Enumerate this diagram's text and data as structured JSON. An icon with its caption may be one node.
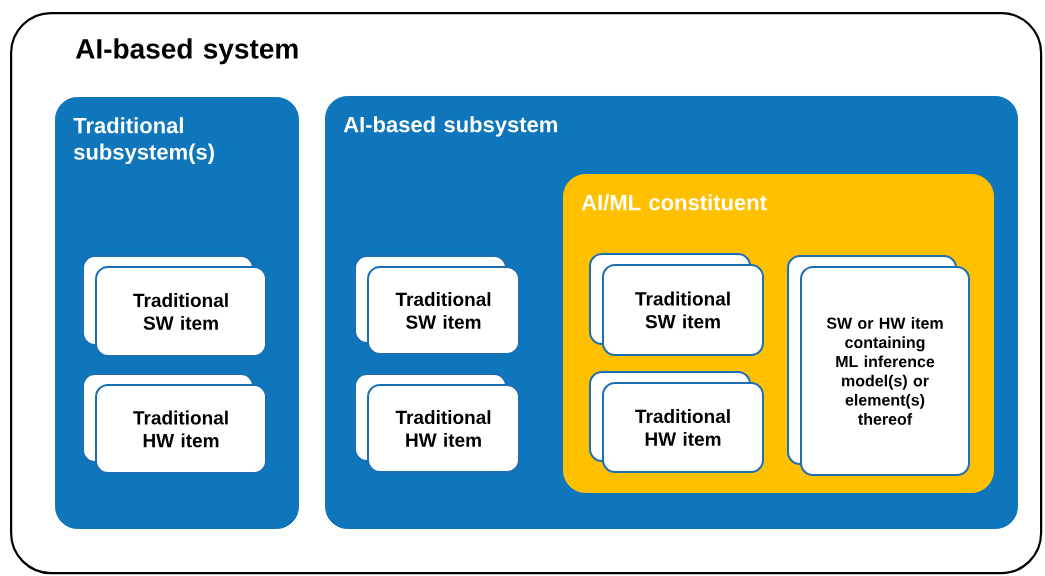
{
  "diagram": {
    "nodes": [
      {
        "text": [
          "AI-based system"
        ]
      },
      {
        "text": [
          "Traditional subsystem(s)"
        ],
        "in": 0
      },
      {
        "text": [
          "Traditional SW item"
        ],
        "in": 1
      },
      {
        "text": [
          "Traditional HW item"
        ],
        "in": 1
      },
      {
        "text": [
          "AI-based subsystem"
        ],
        "in": 0
      },
      {
        "text": [
          "Traditional SW item"
        ],
        "in": 4
      },
      {
        "text": [
          "Traditional HW item"
        ],
        "in": 4
      },
      {
        "text": [
          "AI/ML constituent"
        ],
        "in": 4
      },
      {
        "text": [
          "Traditional SW item"
        ],
        "in": 7
      },
      {
        "text": [
          "Traditional HW item"
        ],
        "in": 7
      },
      {
        "text": [
          "SW or HW item containing ML inference model(s) or element(s) thereof"
        ],
        "in": 7
      }
    ]
  }
}
